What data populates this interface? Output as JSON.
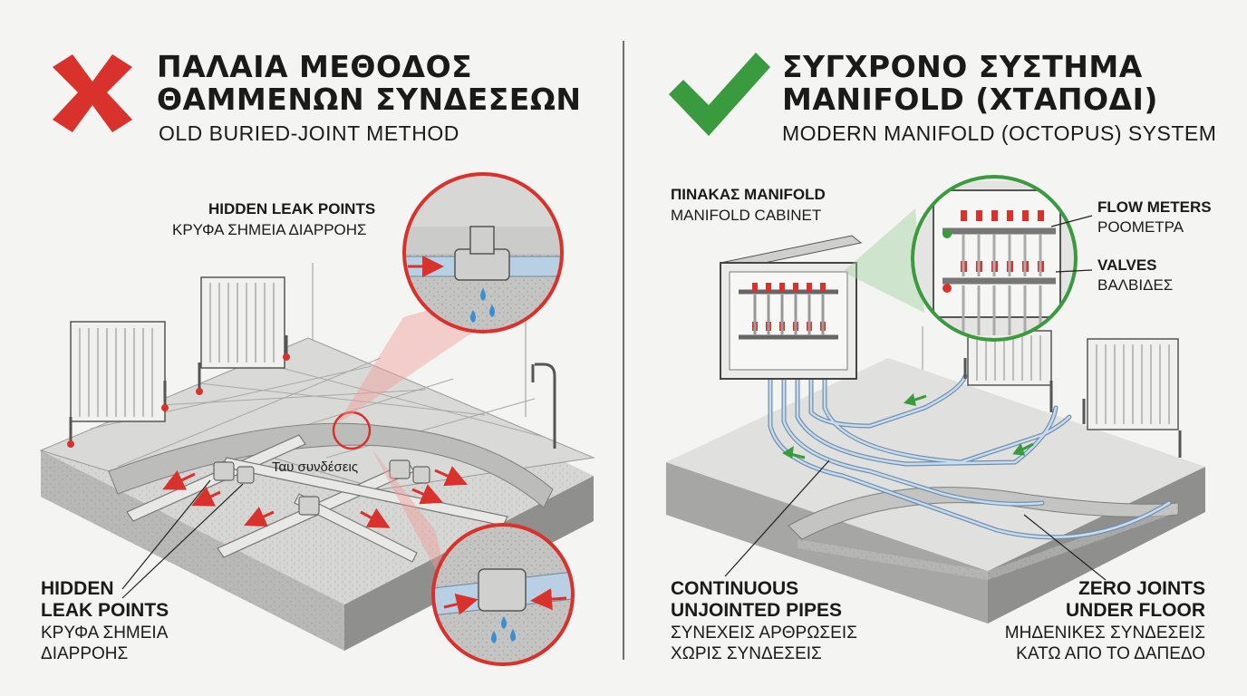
{
  "left": {
    "title_line1": "ΠΑΛΑΙΑ ΜΕΘΟΔΟΣ",
    "title_line2": "ΘΑΜΜΕΝΩΝ ΣΥΝΔΕΣΕΩΝ",
    "subtitle": "OLD BURIED-JOINT METHOD",
    "callout_top_en": "HIDDEN LEAK POINTS",
    "callout_top_gr": "ΚΡΥΦΑ ΣΗΜΕΙΑ ΔΙΑΡΡΟΗΣ",
    "tee_label": "Ταυ συνδέσεις",
    "callout_bottom_en_1": "HIDDEN",
    "callout_bottom_en_2": "LEAK POINTS",
    "callout_bottom_gr_1": "ΚΡΥΦΑ ΣΗΜΕΙΑ",
    "callout_bottom_gr_2": "ΔΙΑΡΡΟΗΣ"
  },
  "right": {
    "title_line1": "ΣΥΓΧΡΟΝΟ ΣΥΣΤΗΜΑ",
    "title_line2": "MANIFOLD (ΧΤΑΠΟΔΙ)",
    "subtitle": "MODERN MANIFOLD (OCTOPUS) SYSTEM",
    "cabinet_gr": "ΠΙΝΑΚΑΣ MANIFOLD",
    "cabinet_en": "MANIFOLD CABINET",
    "flow_en": "FLOW METERS",
    "flow_gr": "ΡΟΟΜΕΤΡΑ",
    "valves_en": "VALVES",
    "valves_gr": "ΒΑΛΒΙΔΕΣ",
    "pipes_en_1": "CONTINUOUS",
    "pipes_en_2": "UNJOINTED PIPES",
    "pipes_gr_1": "ΣΥΝΕΧΕΙΣ ΑΡΘΡΩΣΕΙΣ",
    "pipes_gr_2": "ΧΩΡΙΣ ΣΥΝΔΕΣΕΙΣ",
    "joints_en_1": "ZERO JOINTS",
    "joints_en_2": "UNDER FLOOR",
    "joints_gr_1": "ΜΗΔΕΝΙΚΕΣ ΣΥΝΔΕΣΕΙΣ",
    "joints_gr_2": "ΚΑΤΩ ΑΠΟ ΤΟ ΔΑΠΕΔΟ"
  },
  "colors": {
    "red": "#d9312b",
    "green": "#3a9a3e",
    "pipe_blue": "#a9c6e0",
    "concrete": "#b9b9b7"
  },
  "icons": {
    "left_mark": "cross-icon",
    "right_mark": "check-icon"
  }
}
